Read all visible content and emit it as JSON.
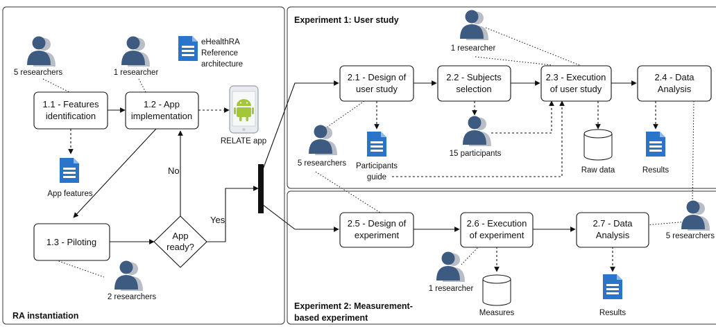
{
  "panels": {
    "ra": {
      "title": "RA instantiation"
    },
    "exp1": {
      "title": "Experiment 1: User study"
    },
    "exp2": {
      "title_line1": "Experiment 2: Measurement-",
      "title_line2": "based experiment"
    }
  },
  "nodes": {
    "n11": {
      "line1": "1.1 - Features",
      "line2": "identification"
    },
    "n12": {
      "line1": "1.2 - App",
      "line2": "implementation"
    },
    "n13": {
      "line1": "1.3 - Piloting"
    },
    "decision": {
      "line1": "App",
      "line2": "ready?"
    },
    "n21": {
      "line1": "2.1 - Design of",
      "line2": "user study"
    },
    "n22": {
      "line1": "2.2 - Subjects",
      "line2": "selection"
    },
    "n23": {
      "line1": "2.3 - Execution",
      "line2": "of user study"
    },
    "n24": {
      "line1": "2.4 - Data",
      "line2": "Analysis"
    },
    "n25": {
      "line1": "2.5 - Design of",
      "line2": "experiment"
    },
    "n26": {
      "line1": "2.6 - Execution",
      "line2": "of experiment"
    },
    "n27": {
      "line1": "2.7 - Data",
      "line2": "Analysis"
    }
  },
  "labels": {
    "researchers5_ra": "5 researchers",
    "researcher1_ra": "1 researcher",
    "researchers2": "2 researchers",
    "reference_arch_1": "eHealthRA",
    "reference_arch_2": "Reference",
    "reference_arch_3": "architecture",
    "relate_app": "RELATE app",
    "app_features": "App features",
    "no": "No",
    "yes": "Yes",
    "researcher1_exp1": "1 researcher",
    "participants15": "15 participants",
    "researchers5_exp1": "5 researchers",
    "participants_guide_1": "Participants",
    "participants_guide_2": "guide",
    "raw_data": "Raw data",
    "results1": "Results",
    "researchers5_right": "5 researchers",
    "researcher1_exp2": "1 researcher",
    "measures": "Measures",
    "results2": "Results"
  },
  "colors": {
    "person": "#3d5a80",
    "person_shadow": "#b9bec6",
    "document": "#2a74c9",
    "android": "#a4c639"
  },
  "icons": [
    "person-group-icon",
    "document-icon",
    "database-icon",
    "android-phone-icon"
  ]
}
